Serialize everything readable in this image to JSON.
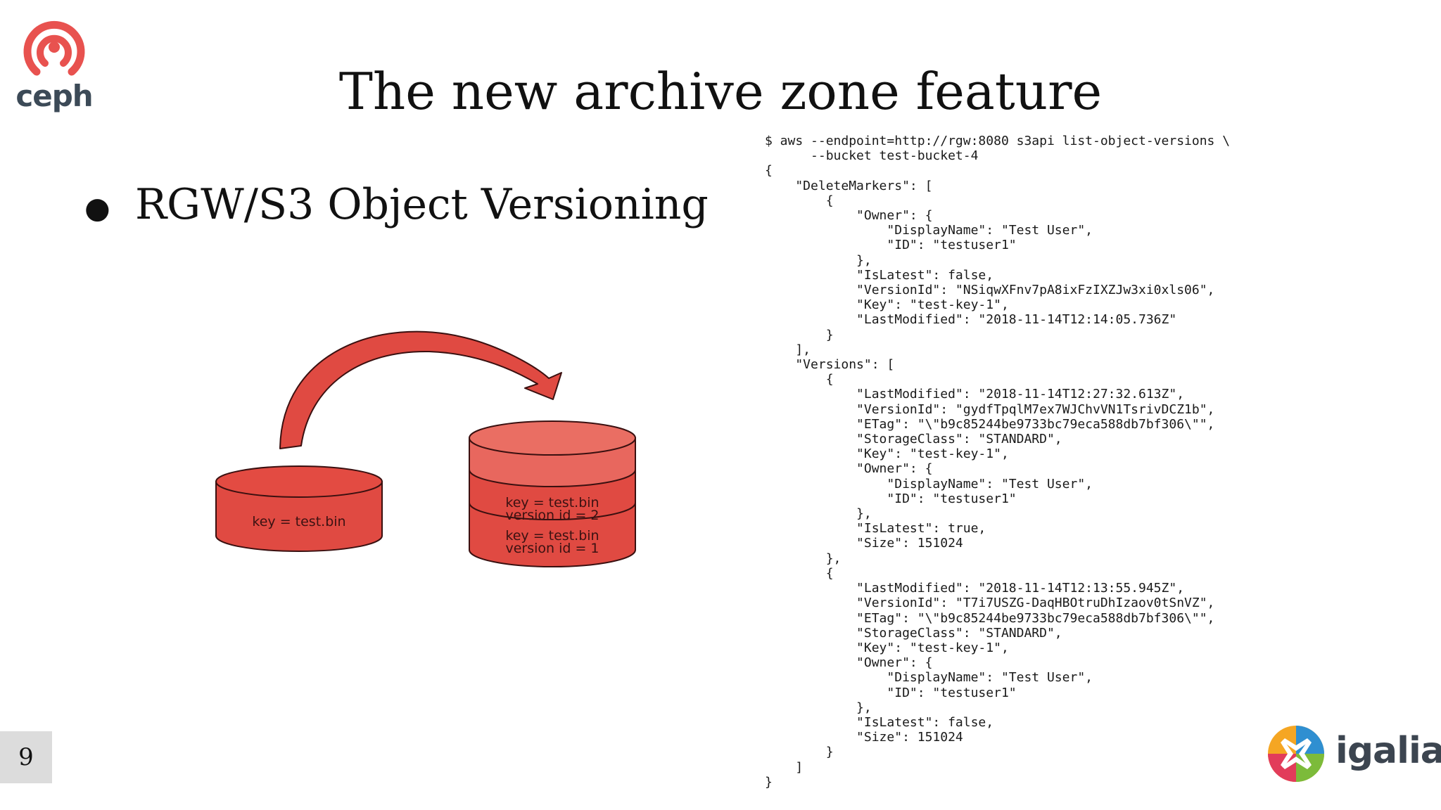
{
  "logos": {
    "top_left_text": "ceph",
    "bottom_right_text": "igalia",
    "ceph_color": "#e8524f",
    "igalia_colors": [
      "#e23c5a",
      "#f5a623",
      "#7cbb3a",
      "#2f8fd1"
    ]
  },
  "slide": {
    "title": "The new archive zone feature",
    "bullets": [
      "RGW/S3 Object Versioning"
    ],
    "page_number": "9"
  },
  "diagram": {
    "fill_color": "#e34b42",
    "single_bucket_label": "key = test.bin",
    "versioned_layers": [
      {
        "line1": "key = test.bin",
        "line2": "version id = 2"
      },
      {
        "line1": "key = test.bin",
        "line2": "version id = 1"
      }
    ]
  },
  "terminal": {
    "lines": [
      "$ aws --endpoint=http://rgw:8080 s3api list-object-versions \\",
      "      --bucket test-bucket-4",
      "{",
      "    \"DeleteMarkers\": [",
      "        {",
      "            \"Owner\": {",
      "                \"DisplayName\": \"Test User\",",
      "                \"ID\": \"testuser1\"",
      "            },",
      "            \"IsLatest\": false,",
      "            \"VersionId\": \"NSiqwXFnv7pA8ixFzIXZJw3xi0xls06\",",
      "            \"Key\": \"test-key-1\",",
      "            \"LastModified\": \"2018-11-14T12:14:05.736Z\"",
      "        }",
      "    ],",
      "    \"Versions\": [",
      "        {",
      "            \"LastModified\": \"2018-11-14T12:27:32.613Z\",",
      "            \"VersionId\": \"gydfTpqlM7ex7WJChvVN1TsrivDCZ1b\",",
      "            \"ETag\": \"\\\"b9c85244be9733bc79eca588db7bf306\\\"\",",
      "            \"StorageClass\": \"STANDARD\",",
      "            \"Key\": \"test-key-1\",",
      "            \"Owner\": {",
      "                \"DisplayName\": \"Test User\",",
      "                \"ID\": \"testuser1\"",
      "            },",
      "            \"IsLatest\": true,",
      "            \"Size\": 151024",
      "        },",
      "        {",
      "            \"LastModified\": \"2018-11-14T12:13:55.945Z\",",
      "            \"VersionId\": \"T7i7USZG-DaqHBOtruDhIzaov0tSnVZ\",",
      "            \"ETag\": \"\\\"b9c85244be9733bc79eca588db7bf306\\\"\",",
      "            \"StorageClass\": \"STANDARD\",",
      "            \"Key\": \"test-key-1\",",
      "            \"Owner\": {",
      "                \"DisplayName\": \"Test User\",",
      "                \"ID\": \"testuser1\"",
      "            },",
      "            \"IsLatest\": false,",
      "            \"Size\": 151024",
      "        }",
      "    ]",
      "}"
    ]
  }
}
